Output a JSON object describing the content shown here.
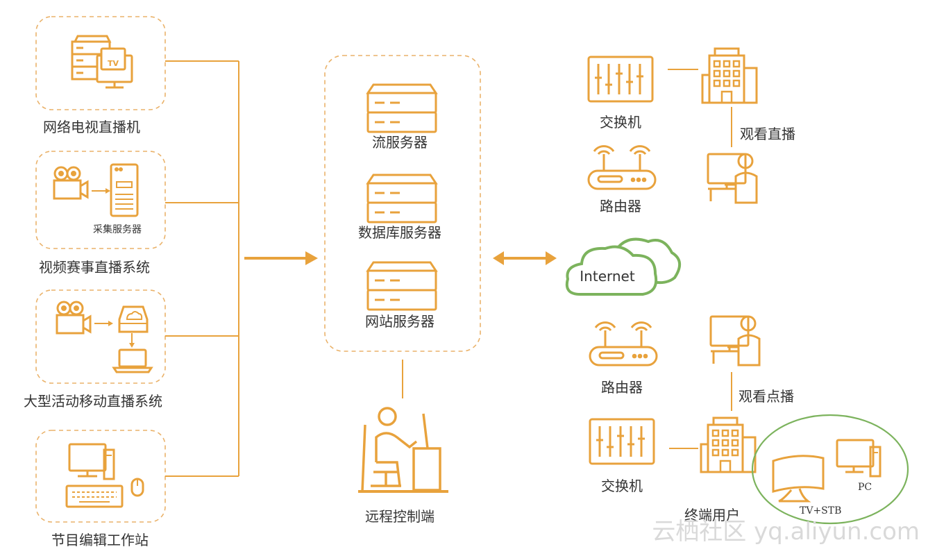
{
  "sources": [
    {
      "label": "网络电视直播机",
      "icon": "server-tv-icon",
      "icon_text": "TV"
    },
    {
      "label": "视频赛事直播系统",
      "icon": "camera-to-server-icon",
      "inner_label": "采集服务器"
    },
    {
      "label": "大型活动移动直播系统",
      "icon": "camera-cloud-laptop-icon"
    },
    {
      "label": "节目编辑工作站",
      "icon": "desktop-workstation-icon"
    }
  ],
  "servers": [
    {
      "label": "流服务器",
      "icon": "server-icon"
    },
    {
      "label": "数据库服务器",
      "icon": "server-icon"
    },
    {
      "label": "网站服务器",
      "icon": "server-icon"
    }
  ],
  "remote_control": {
    "label": "远程控制端",
    "icon": "operator-desk-icon"
  },
  "internet": {
    "label": "Internet",
    "icon": "cloud-icon"
  },
  "live_group": {
    "switch_label": "交换机",
    "router_label": "路由器",
    "action_label": "观看直播"
  },
  "vod_group": {
    "router_label": "路由器",
    "action_label": "观看点播",
    "switch_label": "交换机",
    "terminal_label": "终端用户",
    "tv_label": "TV+STB",
    "pc_label": "PC"
  },
  "watermark": "云栖社区 yq.aliyun.com",
  "colors": {
    "accent": "#E8A23C",
    "dash": "#EAB26A",
    "internet_green": "#7CB35D",
    "text": "#333333"
  }
}
